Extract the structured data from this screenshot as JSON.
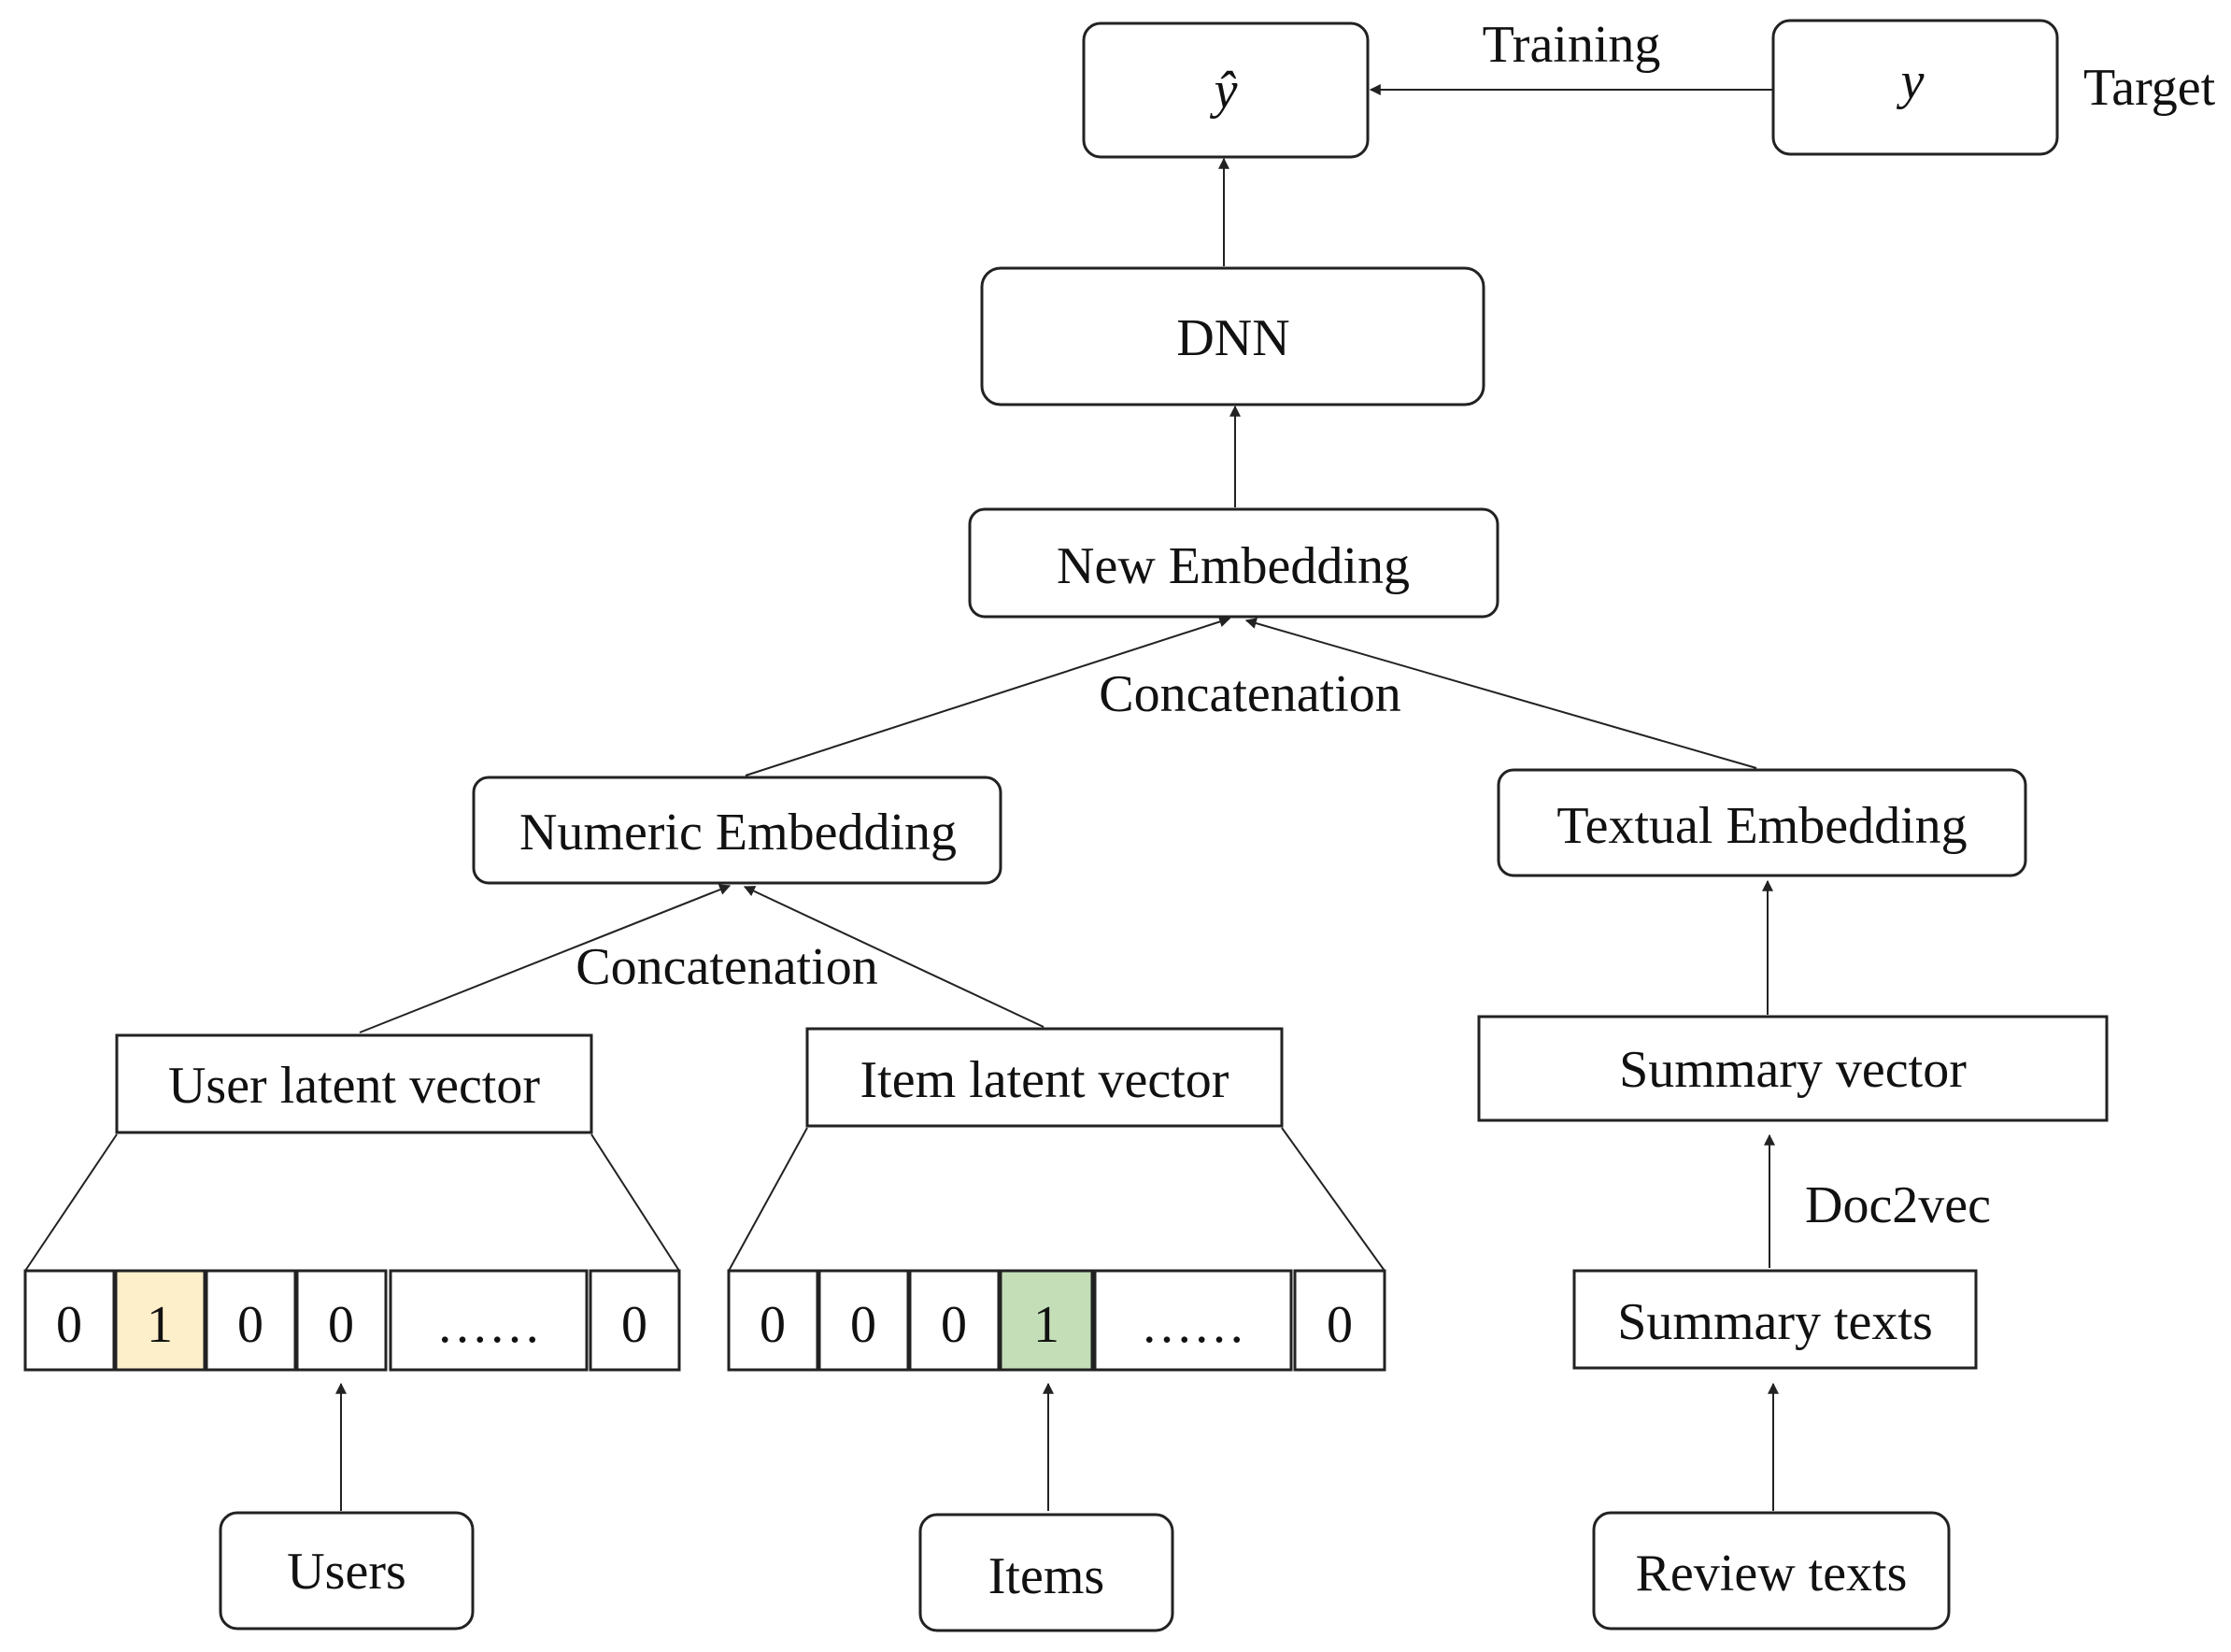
{
  "nodes": {
    "y_hat": "ŷ",
    "target_y": "y",
    "target_label": "Target",
    "training_label": "Training",
    "dnn": "DNN",
    "new_embedding": "New Embedding",
    "concat_top": "Concatenation",
    "numeric_embedding": "Numeric Embedding",
    "textual_embedding": "Textual Embedding",
    "concat_bottom": "Concatenation",
    "user_latent_vector": "User latent vector",
    "item_latent_vector": "Item latent vector",
    "summary_vector": "Summary vector",
    "doc2vec": "Doc2vec",
    "summary_texts": "Summary texts",
    "users": "Users",
    "items": "Items",
    "review_texts": "Review texts"
  },
  "user_onehot": [
    "0",
    "1",
    "0",
    "0",
    "……",
    "0"
  ],
  "item_onehot": [
    "0",
    "0",
    "0",
    "1",
    "……",
    "0"
  ],
  "colors": {
    "user_highlight": "#fdefc9",
    "item_highlight": "#c4dfb8"
  }
}
